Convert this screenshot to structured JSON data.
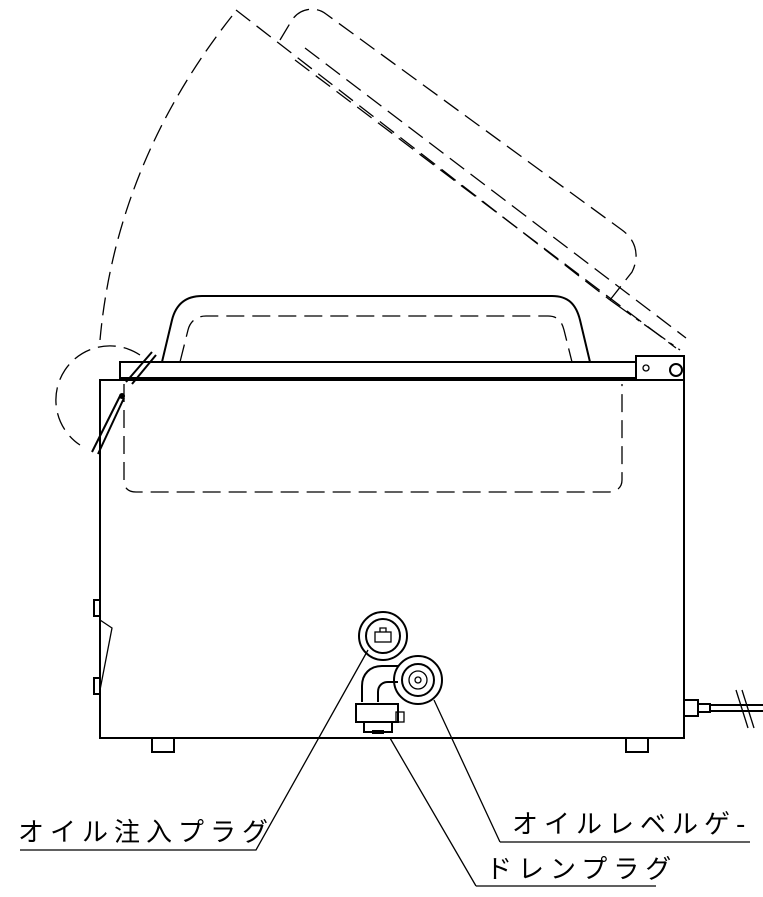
{
  "labels": {
    "oil_fill_plug": "オイル注入プラグ",
    "oil_level_gauge": "オイルレベルゲ- ジ",
    "drain_plug": "ドレンプラグ"
  }
}
